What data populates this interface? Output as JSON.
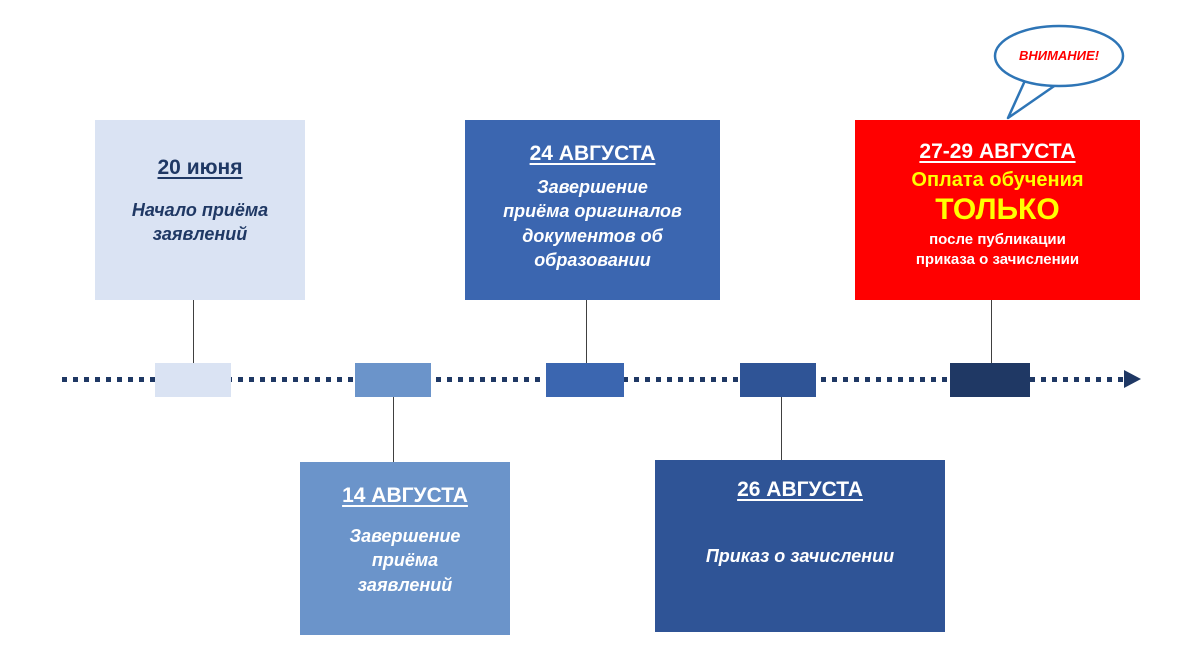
{
  "attention": {
    "label": "ВНИМАНИЕ!"
  },
  "events": [
    {
      "id": "jun20",
      "date": "20 июня",
      "body": "Начало приёма\nзаявлений"
    },
    {
      "id": "aug14",
      "date": "14 АВГУСТА",
      "body": "Завершение\nприёма\nзаявлений"
    },
    {
      "id": "aug24",
      "date": "24 АВГУСТА",
      "body": "Завершение\nприёма оригиналов\nдокументов об\nобразовании"
    },
    {
      "id": "aug26",
      "date": "26 АВГУСТА",
      "body": "Приказ о зачислении"
    },
    {
      "id": "aug27_29",
      "date": "27-29 АВГУСТА",
      "line1": "Оплата обучения",
      "line2": "ТОЛЬКО",
      "line3": "после публикации\nприказа о зачислении"
    }
  ],
  "colors": {
    "light_blue": "#dae3f3",
    "medium_blue": "#6b94ca",
    "blue": "#3b66b0",
    "dark_blue": "#2f5496",
    "navy": "#1f3864",
    "red": "#ff0000",
    "yellow": "#ffff00",
    "bubble_border": "#2e75b6",
    "bubble_text": "#ff0000"
  }
}
